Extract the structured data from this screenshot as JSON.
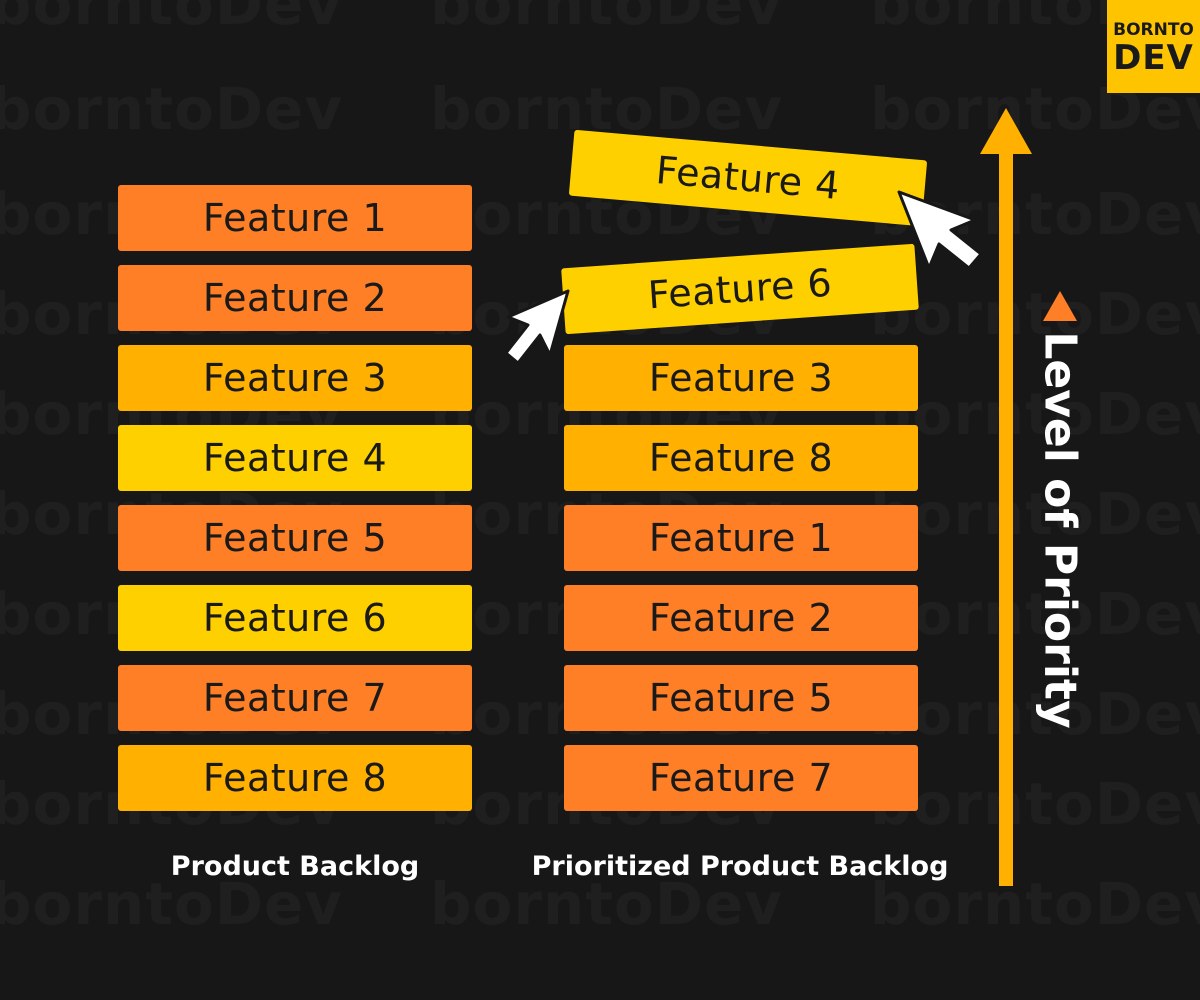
{
  "logo": {
    "line1": "BORNTO",
    "line2": "DEV"
  },
  "watermark": "borntoDev",
  "product_backlog": {
    "title": "Product Backlog",
    "items": [
      {
        "label": "Feature 1",
        "color": "#ff7f27"
      },
      {
        "label": "Feature 2",
        "color": "#ff7f27"
      },
      {
        "label": "Feature 3",
        "color": "#ffb000"
      },
      {
        "label": "Feature 4",
        "color": "#ffd000"
      },
      {
        "label": "Feature 5",
        "color": "#ff7f27"
      },
      {
        "label": "Feature 6",
        "color": "#ffd000"
      },
      {
        "label": "Feature 7",
        "color": "#ff7f27"
      },
      {
        "label": "Feature 8",
        "color": "#ffb000"
      }
    ]
  },
  "prioritized_backlog": {
    "title": "Prioritized Product Backlog",
    "items": [
      {
        "label": "Feature 4",
        "color": "#ffd000"
      },
      {
        "label": "Feature 6",
        "color": "#ffd000"
      },
      {
        "label": "Feature 3",
        "color": "#ffb000"
      },
      {
        "label": "Feature 8",
        "color": "#ffb000"
      },
      {
        "label": "Feature 1",
        "color": "#ff7f27"
      },
      {
        "label": "Feature 2",
        "color": "#ff7f27"
      },
      {
        "label": "Feature 5",
        "color": "#ff7f27"
      },
      {
        "label": "Feature 7",
        "color": "#ff7f27"
      }
    ]
  },
  "priority_axis": {
    "label": "Level of Priority",
    "color": "#ffb000",
    "marker_color": "#ff7f27"
  },
  "colors": {
    "background": "#171717",
    "high": "#ffd000",
    "medium": "#ffb000",
    "low": "#ff7f27"
  }
}
